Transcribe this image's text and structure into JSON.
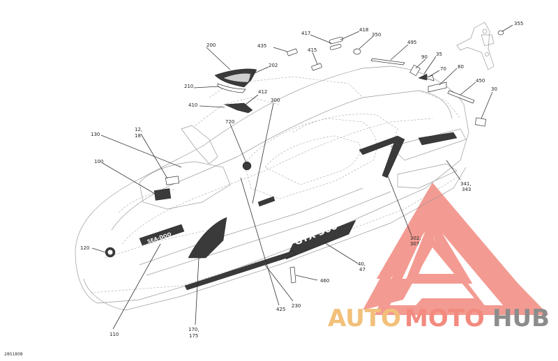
{
  "diagram": {
    "doc_id": "28S1808",
    "callouts": [
      {
        "id": "c355",
        "text": "355"
      },
      {
        "id": "c417",
        "text": "417"
      },
      {
        "id": "c418",
        "text": "418"
      },
      {
        "id": "c350",
        "text": "350"
      },
      {
        "id": "c435",
        "text": "435"
      },
      {
        "id": "c415",
        "text": "415"
      },
      {
        "id": "c495",
        "text": "495"
      },
      {
        "id": "c200",
        "text": "200"
      },
      {
        "id": "c90",
        "text": "90"
      },
      {
        "id": "c35",
        "text": "35"
      },
      {
        "id": "c70",
        "text": "70"
      },
      {
        "id": "c80",
        "text": "80"
      },
      {
        "id": "c202",
        "text": "202"
      },
      {
        "id": "c210",
        "text": "210"
      },
      {
        "id": "c450",
        "text": "450"
      },
      {
        "id": "c30",
        "text": "30"
      },
      {
        "id": "c412",
        "text": "412"
      },
      {
        "id": "c410",
        "text": "410"
      },
      {
        "id": "c300",
        "text": "300"
      },
      {
        "id": "c720",
        "text": "720"
      },
      {
        "id": "c12",
        "text": "12,"
      },
      {
        "id": "c18",
        "text": "18"
      },
      {
        "id": "c130",
        "text": "130"
      },
      {
        "id": "c100",
        "text": "100"
      },
      {
        "id": "c341",
        "text": "341,"
      },
      {
        "id": "c343",
        "text": "343"
      },
      {
        "id": "c302",
        "text": "302,"
      },
      {
        "id": "c307",
        "text": "307"
      },
      {
        "id": "c120",
        "text": "120"
      },
      {
        "id": "c40",
        "text": "40,"
      },
      {
        "id": "c47",
        "text": "47"
      },
      {
        "id": "c460",
        "text": "460"
      },
      {
        "id": "c425",
        "text": "425"
      },
      {
        "id": "c230",
        "text": "230"
      },
      {
        "id": "c170",
        "text": "170,"
      },
      {
        "id": "c175",
        "text": "175"
      },
      {
        "id": "c110",
        "text": "110"
      }
    ],
    "decal_text": {
      "side": "GTX 300",
      "front": "SEA-DOO"
    }
  },
  "watermark": {
    "part1": "AUTO",
    "part2": "MOTO",
    "part3": "HUB",
    "colors": {
      "auto": "#f2c07a",
      "moto": "#f28a7f",
      "hub": "#8c8c8c",
      "logo": "#f28a7f"
    }
  }
}
